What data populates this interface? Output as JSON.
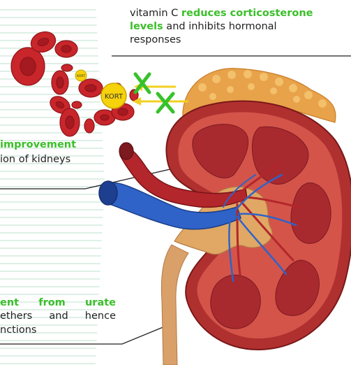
{
  "top_note": {
    "prefix": "vitamin C ",
    "highlight1": "reduces corticosterone",
    "highlight2": "levels",
    "rest1": " and inhibits hormonal",
    "rest2": "responses"
  },
  "mid_note": {
    "highlight": "improvement",
    "rest": "ion of kidneys"
  },
  "bottom_note": {
    "highlight_a": "ent",
    "highlight_b": "from",
    "highlight_c": "urate",
    "line2_a": "ethers",
    "line2_b": "and",
    "line2_c": "hence",
    "line3": "nctions"
  },
  "labels": {
    "kort_big": "KORT",
    "kort_small": "KORT"
  },
  "colors": {
    "accent_green": "#3bbf2a",
    "text": "#222222",
    "rule_lines": "#c9e6d8",
    "kidney_outer": "#b03030",
    "artery": "#b3262b",
    "vein": "#2f63c8",
    "fat": "#e8a24a",
    "blood_cell": "#c8262b",
    "hormone": "#f5d20a"
  }
}
